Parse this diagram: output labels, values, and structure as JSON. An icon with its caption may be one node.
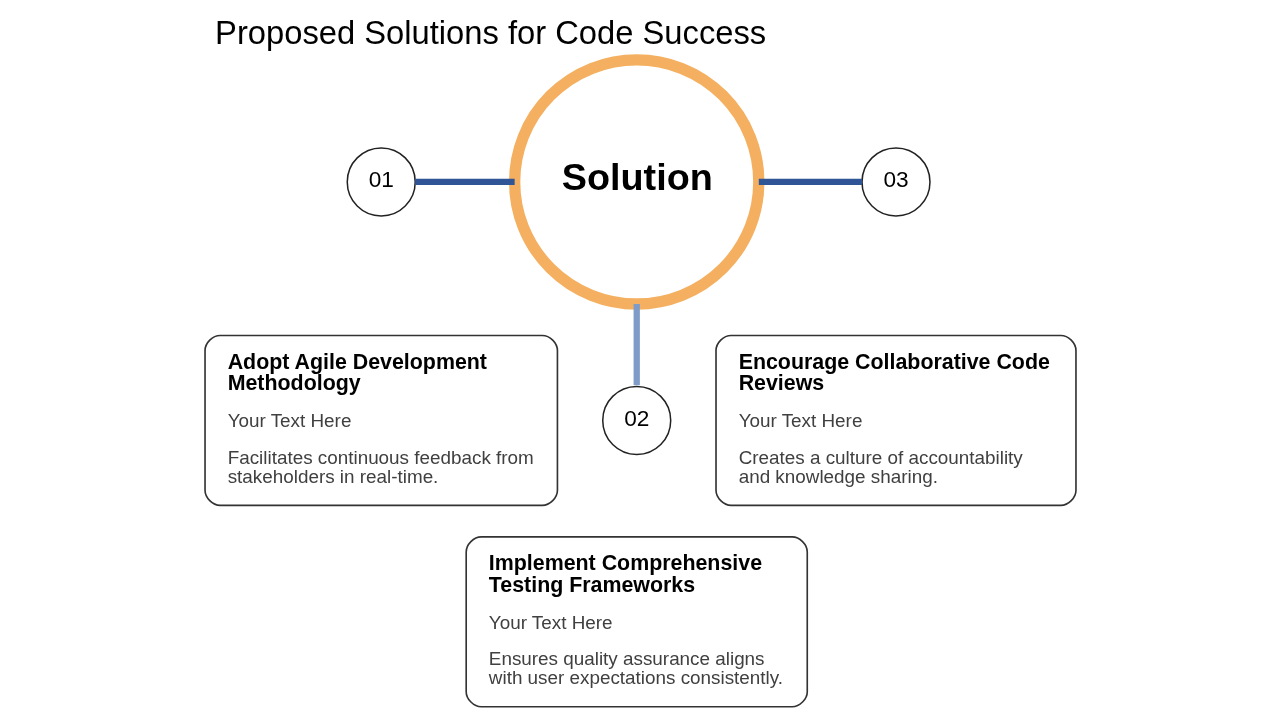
{
  "diagram": {
    "title": "Proposed Solutions for Code Success",
    "nodes": [
      {
        "text": [
          "Solution"
        ]
      },
      {
        "text": [
          "01"
        ]
      },
      {
        "text": [
          "Adopt Agile Development Methodology",
          "Your Text Here",
          "Facilitates continuous feedback from stakeholders in real-time."
        ]
      },
      {
        "text": [
          "02"
        ]
      },
      {
        "text": [
          "Implement Comprehensive Testing Frameworks",
          "Your Text Here",
          "Ensures quality assurance aligns with user expectations consistently."
        ]
      },
      {
        "text": [
          "03"
        ]
      },
      {
        "text": [
          "Encourage Collaborative Code Reviews",
          "Your Text Here",
          "Creates a culture of accountability and knowledge sharing."
        ]
      }
    ],
    "edges": [
      {
        "from": 0,
        "to": 1,
        "arrow": "none"
      },
      {
        "from": 0,
        "to": 3,
        "arrow": "none",
        "color": "#7f9cc8"
      },
      {
        "from": 0,
        "to": 5,
        "arrow": "none"
      }
    ]
  }
}
